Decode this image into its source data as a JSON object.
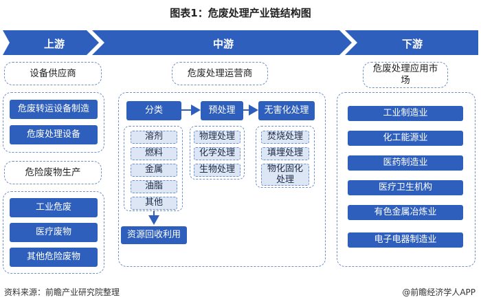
{
  "title": "图表1：危废处理产业链结构图",
  "stages": {
    "upstream": "上游",
    "midstream": "中游",
    "downstream": "下游"
  },
  "upstream": {
    "equipment_heading": "设备供应商",
    "equipment_items": [
      "危废转运设备制造",
      "危废处理设备"
    ],
    "waste_heading": "危险废物生产",
    "waste_items": [
      "工业危废",
      "医疗废物",
      "其他危险废物"
    ]
  },
  "midstream": {
    "heading": "危废处理运营商",
    "steps": [
      "分类",
      "预处理",
      "无害化处理"
    ],
    "sort_items": [
      "溶剂",
      "燃料",
      "金属",
      "油脂",
      "其他"
    ],
    "pre_items": [
      "物理处理",
      "化学处理",
      "生物处理"
    ],
    "harmless_items": [
      "焚烧处理",
      "填埋处理",
      "物化固化处理"
    ],
    "recycle": "资源回收利用"
  },
  "downstream": {
    "heading": "危废处理应用市场",
    "items": [
      "工业制造业",
      "化工能源业",
      "医药制造业",
      "医疗卫生机构",
      "有色金属冶炼业",
      "电子电器制造业"
    ]
  },
  "footer": {
    "source": "资料来源：前瞻产业研究院整理",
    "brand": "@前瞻经济学人APP"
  },
  "colors": {
    "primary_blue": "#2f5fbd",
    "light_blue": "#dde6f5",
    "dash_blue": "#6f8fc8"
  }
}
